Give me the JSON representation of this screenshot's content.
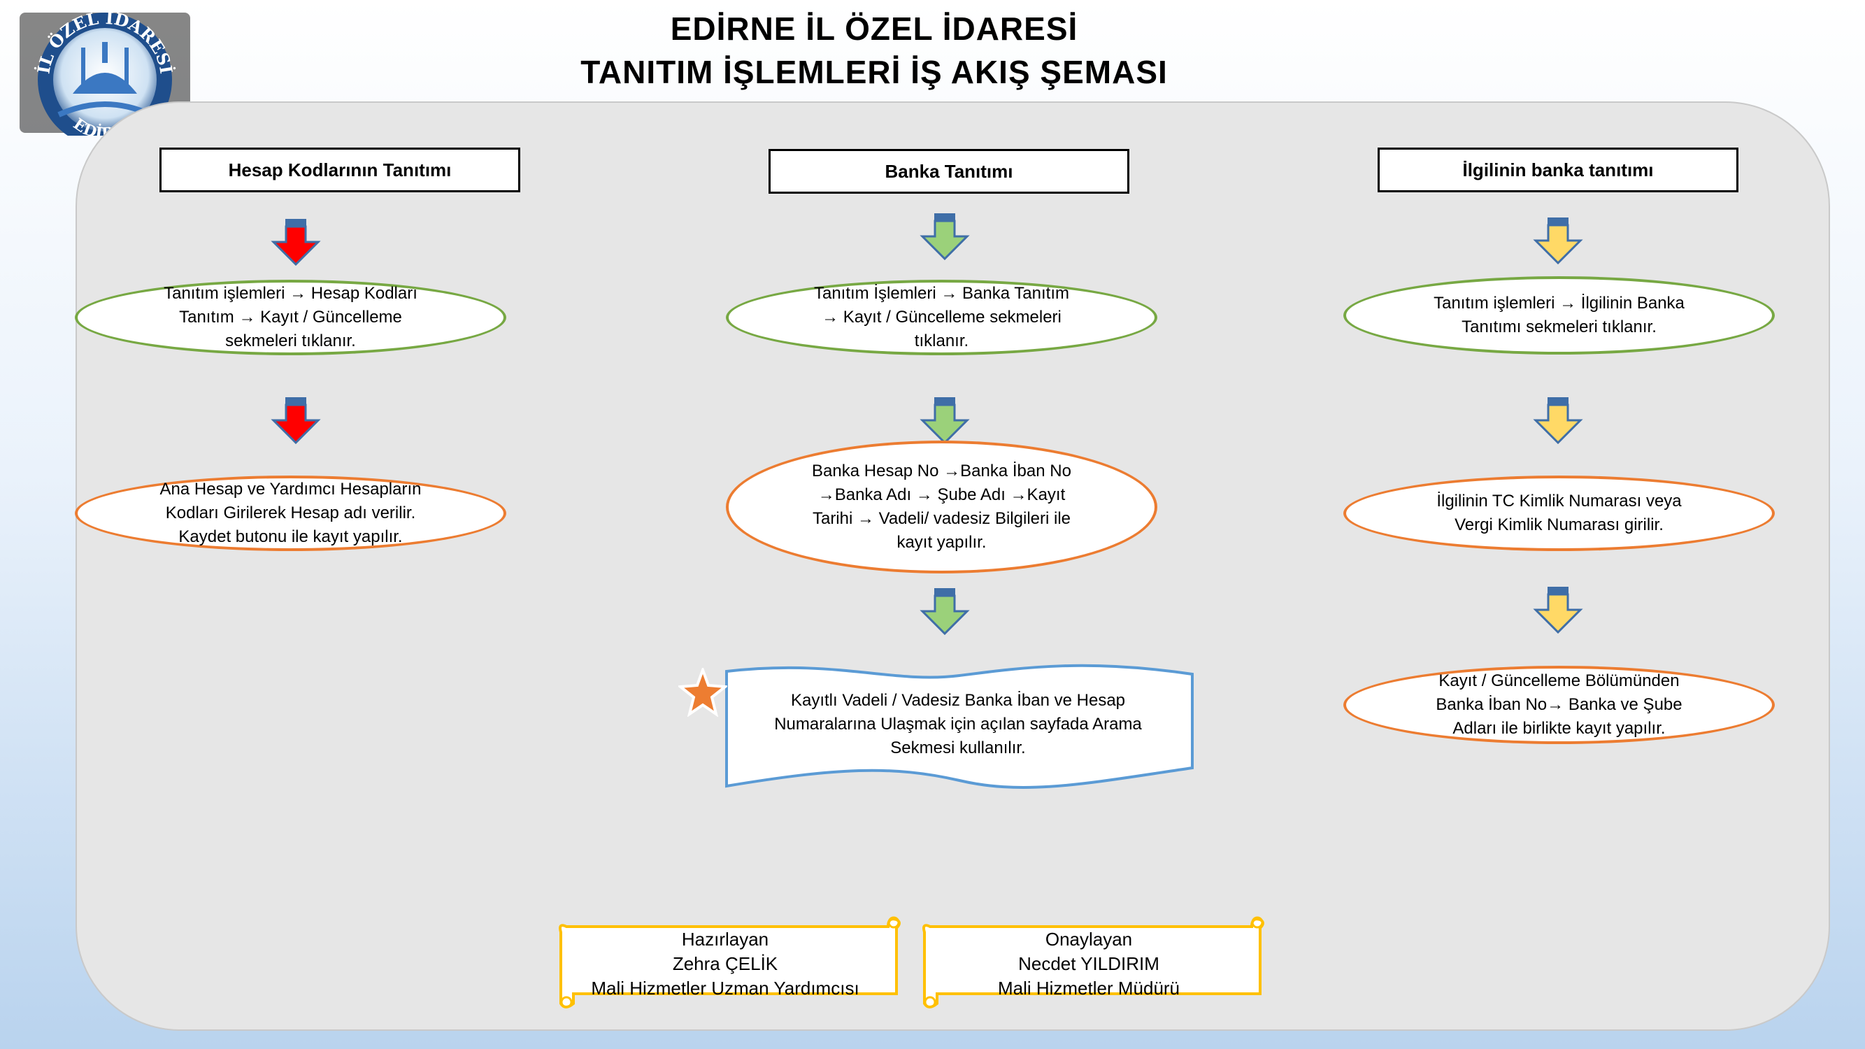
{
  "header": {
    "title_line1": "EDİRNE İL ÖZEL İDARESİ",
    "title_line2": "TANITIM İŞLEMLERİ İŞ AKIŞ ŞEMASI",
    "logo_text_top": "İL ÖZEL İDARESİ",
    "logo_text_bottom": "EDİRNE"
  },
  "columns": [
    {
      "title": "Hesap Kodlarının Tanıtımı",
      "arrow_color": "#ff0000",
      "steps": [
        "Tanıtım işlemleri → Hesap Kodları\nTanıtım → Kayıt / Güncelleme\nsekmeleri tıklanır.",
        "Ana Hesap ve Yardımcı Hesapların\nKodları Girilerek Hesap adı verilir.\nKaydet butonu ile kayıt yapılır."
      ]
    },
    {
      "title": "Banka Tanıtımı",
      "arrow_color": "#9bd17a",
      "steps": [
        "Tanıtım İşlemleri → Banka Tanıtım\n→ Kayıt / Güncelleme sekmeleri\ntıklanır.",
        "Banka Hesap No →Banka  İban No\n→Banka Adı → Şube Adı →Kayıt\nTarihi → Vadeli/ vadesiz Bilgileri ile\nkayıt yapılır.",
        "Kayıtlı  Vadeli / Vadesiz Banka  İban   ve Hesap\nNumaralarına  Ulaşmak  için  açılan sayfada  Arama\nSekmesi  kullanılır."
      ]
    },
    {
      "title": "İlgilinin banka tanıtımı",
      "arrow_color": "#ffd966",
      "steps": [
        "Tanıtım  işlemleri → İlgilinin Banka\nTanıtımı sekmeleri tıklanır.",
        "İlgilinin TC Kimlik Numarası veya\nVergi Kimlik Numarası girilir.",
        "Kayıt /  Güncelleme Bölümünden\nBanka İban  No→ Banka  ve Şube\nAdları  ile birlikte kayıt yapılır."
      ]
    }
  ],
  "footer": {
    "prepared": {
      "label": "Hazırlayan",
      "name": "Zehra ÇELİK",
      "role": "Mali Hizmetler Uzman Yardımcısı"
    },
    "approved": {
      "label": "Onaylayan",
      "name": "Necdet YILDIRIM",
      "role": "Mali Hizmetler Müdürü"
    }
  },
  "colors": {
    "green_border": "#77a843",
    "orange_border": "#ec7c31",
    "wave_border": "#5b9bd5",
    "scroll_border": "#ffc000",
    "arrow_tail": "#3f6ea7",
    "star": "#ed7d31"
  }
}
